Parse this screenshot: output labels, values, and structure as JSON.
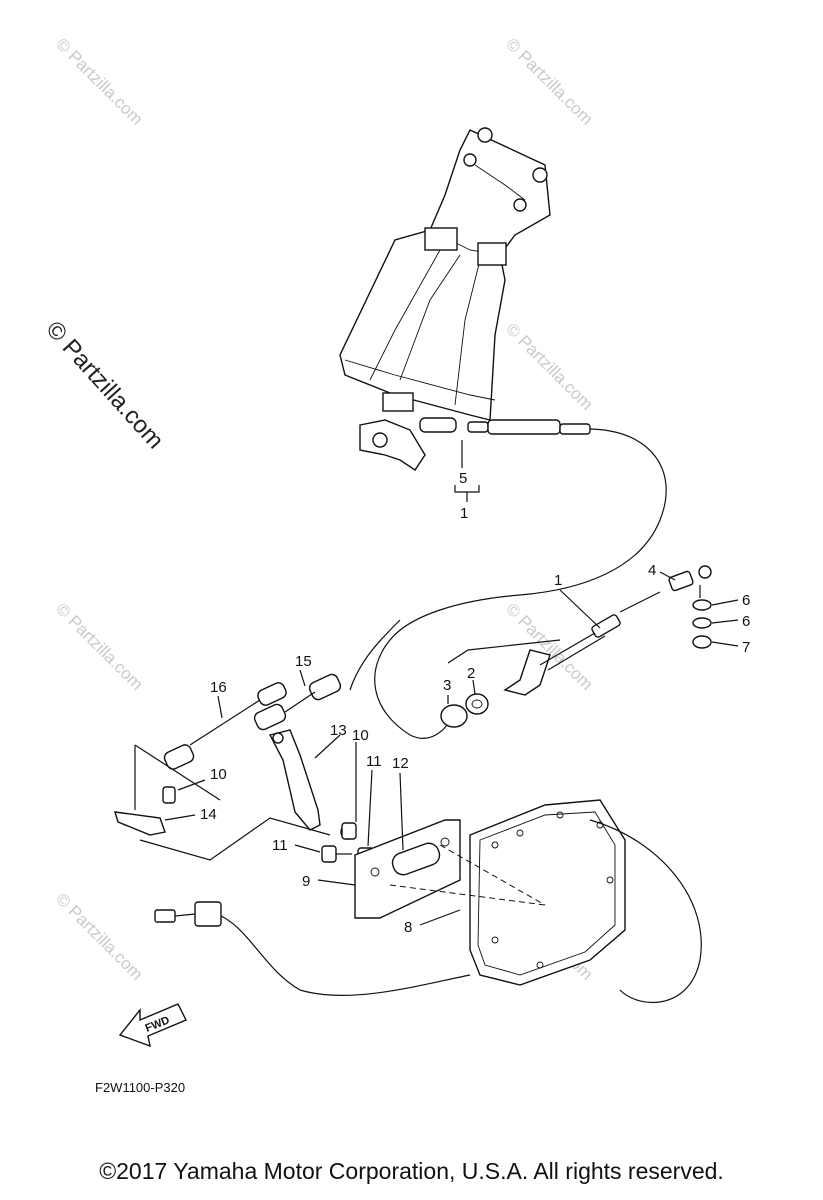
{
  "watermark": {
    "text": "© Partzilla.com",
    "large_text": "© Partzilla.com"
  },
  "callouts": {
    "n1_top": "1",
    "n5": "5",
    "n1_main": "1",
    "n2": "2",
    "n3": "3",
    "n4": "4",
    "n6a": "6",
    "n6b": "6",
    "n7": "7",
    "n8": "8",
    "n9": "9",
    "n10a": "10",
    "n10b": "10",
    "n11a": "11",
    "n11b": "11",
    "n12": "12",
    "n13": "13",
    "n14": "14",
    "n15": "15",
    "n16": "16"
  },
  "fwd_label": "FWD",
  "diagram_code": "F2W1100-P320",
  "copyright": "©2017  Yamaha Motor Corporation, U.S.A. All rights reserved."
}
